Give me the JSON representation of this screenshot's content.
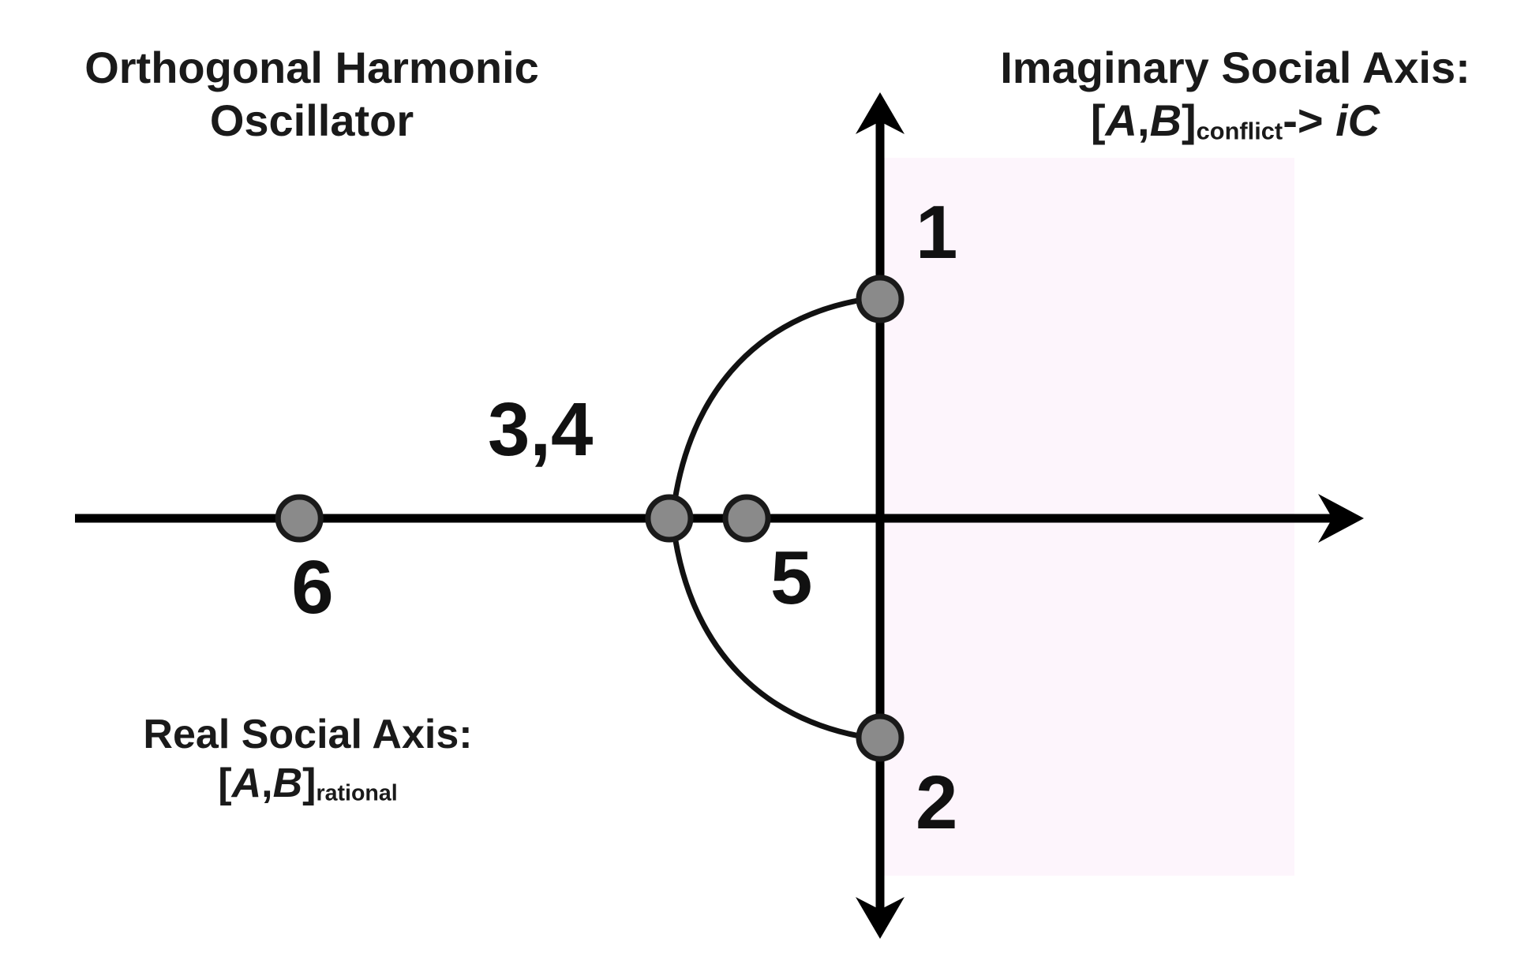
{
  "title": {
    "line1": "Orthogonal Harmonic",
    "line2": "Oscillator"
  },
  "imaginary_axis": {
    "line1": "Imaginary Social Axis:",
    "bracket_open": "[",
    "A": "A",
    "comma": ",",
    "B": "B",
    "bracket_close": "]",
    "subscript": "conflict",
    "arrow": "->",
    "iC": "iC"
  },
  "real_axis": {
    "line1": "Real Social Axis:",
    "bracket_open": "[",
    "A": "A",
    "comma": ",",
    "B": "B",
    "bracket_close": "]",
    "subscript": "rational"
  },
  "points": [
    {
      "id": "1",
      "label": "1",
      "re": 0,
      "im": 0.51
    },
    {
      "id": "2",
      "label": "2",
      "re": 0,
      "im": -0.51
    },
    {
      "id": "3-4",
      "label": "3,4",
      "re": -0.49,
      "im": 0
    },
    {
      "id": "5",
      "label": "5",
      "re": -0.31,
      "im": 0
    },
    {
      "id": "6",
      "label": "6",
      "re": -1.35,
      "im": 0
    }
  ],
  "colors": {
    "axis": "#000000",
    "arc": "#111111",
    "point_fill": "#8a8a8a",
    "point_stroke": "#1a1a1a",
    "region": "#fdf5fc",
    "text": "#1a1a1a"
  }
}
